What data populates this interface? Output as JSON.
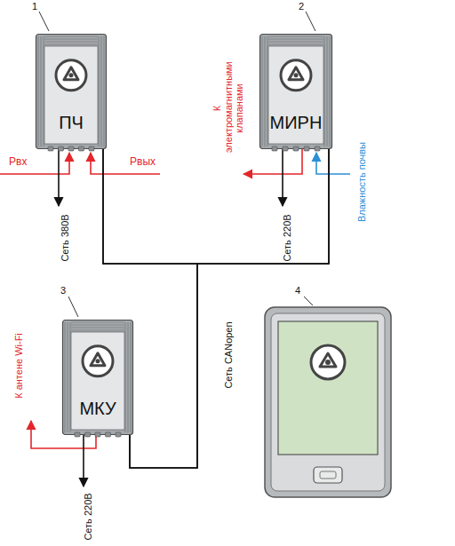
{
  "diagram": {
    "nodes": [
      {
        "text": [
          "ПЧ"
        ]
      },
      {
        "text": [
          "МИРН"
        ]
      },
      {
        "text": [
          "МКУ"
        ]
      }
    ],
    "edges": [
      {
        "from": 0,
        "to": 1,
        "arrow": "none"
      },
      {
        "from": 0,
        "to": 2,
        "arrow": "none"
      },
      {
        "from": 1,
        "to": 2,
        "arrow": "none"
      }
    ],
    "labels": [
      "1",
      "2",
      "3",
      "4",
      "Pвх",
      "Pвых",
      "Сеть 380В",
      "К электромагнитными клапанами",
      "Сеть 220В",
      "Влажность почвы",
      "Сеть CANopen",
      "К антене Wi-Fi",
      "Сеть 220В"
    ]
  }
}
